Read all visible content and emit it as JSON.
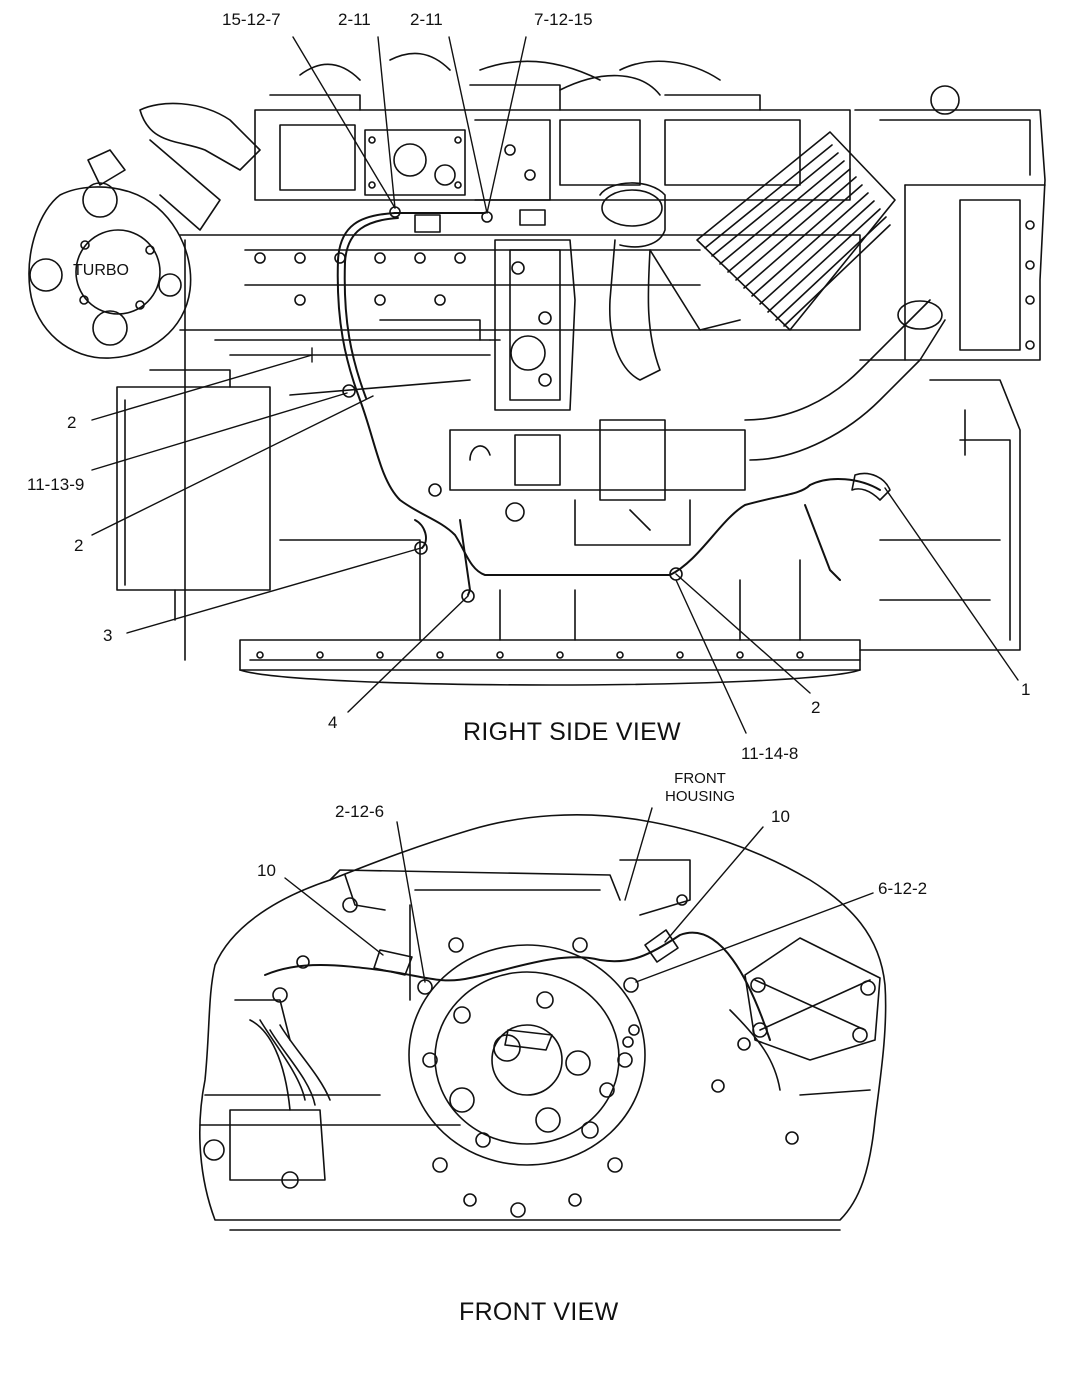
{
  "views": {
    "right_side": {
      "title": "RIGHT SIDE VIEW",
      "turbo_label": "TURBO",
      "callouts": [
        "15-12-7",
        "2-11",
        "2-11",
        "7-12-15",
        "2",
        "11-13-9",
        "2",
        "3",
        "4",
        "2",
        "11-14-8",
        "1"
      ]
    },
    "front": {
      "title": "FRONT VIEW",
      "front_housing_label": "FRONT HOUSING",
      "callouts": [
        "2-12-6",
        "10",
        "10",
        "6-12-2"
      ]
    }
  },
  "colors": {
    "line": "#111111",
    "background": "#ffffff"
  }
}
